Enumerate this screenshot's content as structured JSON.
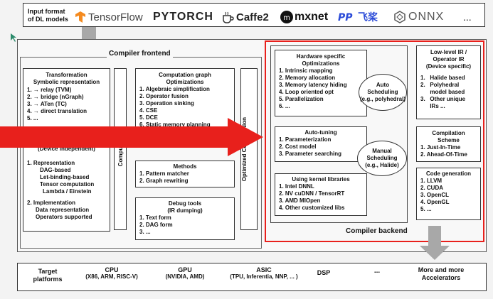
{
  "header": {
    "label": "Input format\nof DL models",
    "frameworks": [
      "TensorFlow",
      "PYTORCH",
      "Caffe2",
      "mxnet",
      "飞桨",
      "ONNX",
      "..."
    ],
    "framework_colors": {
      "tensorflow": "#f48a1f",
      "pytorch": "#ee4c2c",
      "paddle": "#2b4bd8"
    }
  },
  "frontend": {
    "title": "Compiler frontend",
    "transformation": {
      "title": "Transformation",
      "subtitle": "Symbolic representation",
      "items": [
        "1.    → relay (TVM)",
        "2.    → bridge (nGraph)",
        "3.    → ATen (TC)",
        "4.    → direct translation",
        "5.    ..."
      ]
    },
    "ir": {
      "title": "(Device independent)",
      "representation_head": "1.  Representation",
      "representation_items": [
        "DAG-based",
        "Let-binding-based",
        "Tensor computation",
        "Lambda / Einstein"
      ],
      "implementation_head": "2.  Implementation",
      "implementation_items": [
        "Data representation",
        "Operators supported"
      ]
    },
    "vlabel_left": "Computation",
    "vlabel_right": "Optimized Computation",
    "graph_opt": {
      "title": "Computation graph\nOptimizations",
      "items": [
        "1.   Algebraic simplification",
        "2.   Operator fusion",
        "3.   Operation sinking",
        "4.   CSE",
        "5.   DCE",
        "6.   Static memory planning"
      ]
    },
    "methods": {
      "title": "Methods",
      "items": [
        "1.   Pattern matcher",
        "2.   Graph rewriting"
      ]
    },
    "debug": {
      "title": "Debug tools\n(IR dumping)",
      "items": [
        "1.   Text form",
        "2.   DAG form",
        "3.   ..."
      ]
    }
  },
  "backend": {
    "title": "Compiler backend",
    "hw_opt": {
      "title": "Hardware specific\nOptimizations",
      "items": [
        "1.   Intrinsic mapping",
        "2.   Memory allocation",
        "3.   Memory latency hiding",
        "4.   Loop oriented opt",
        "5.   Parallelization",
        "6.   ..."
      ]
    },
    "auto_scheduling": "Auto\nScheduling\n(e.g., polyhedral)",
    "auto_tuning": {
      "title": "Auto-tuning",
      "items": [
        "1.   Parameterization",
        "2.   Cost model",
        "3.   Parameter searching"
      ]
    },
    "manual_scheduling": "Manual\nScheduling\n(e.g., Halide)",
    "kernel_libs": {
      "title": "Using kernel libraries",
      "items": [
        "1.   Intel DNNL",
        "2.   NV cuDNN / TensorRT",
        "3.   AMD MIOpen",
        "4.   Other customized libs"
      ]
    },
    "low_ir": {
      "title": "Low-level IR /\nOperator IR\n(Device specific)",
      "items": [
        "1.   Halide based",
        "2.   Polyhedral\n      model based",
        "3.   Other unique\n      IRs ..."
      ]
    },
    "compilation": {
      "title": "Compilation\nScheme",
      "items": [
        "1. Just-In-Time",
        "2. Ahead-Of-Time"
      ]
    },
    "codegen": {
      "title": "Code generation",
      "items": [
        "1.   LLVM",
        "2.   CUDA",
        "3.   OpenCL",
        "4.   OpenGL",
        "5.   ..."
      ]
    }
  },
  "targets": {
    "label": "Target\nplatforms",
    "items": [
      {
        "name": "CPU",
        "detail": "(X86, ARM, RISC-V)"
      },
      {
        "name": "GPU",
        "detail": "(NVIDIA, AMD)"
      },
      {
        "name": "ASIC",
        "detail": "(TPU, Inferentia, NNP, ... )"
      },
      {
        "name": "DSP",
        "detail": ""
      },
      {
        "name": "...",
        "detail": ""
      },
      {
        "name": "More and more\nAccelerators",
        "detail": ""
      }
    ]
  },
  "colors": {
    "highlight_red": "#e8201c",
    "arrow_gray": "#a8a8a8"
  }
}
